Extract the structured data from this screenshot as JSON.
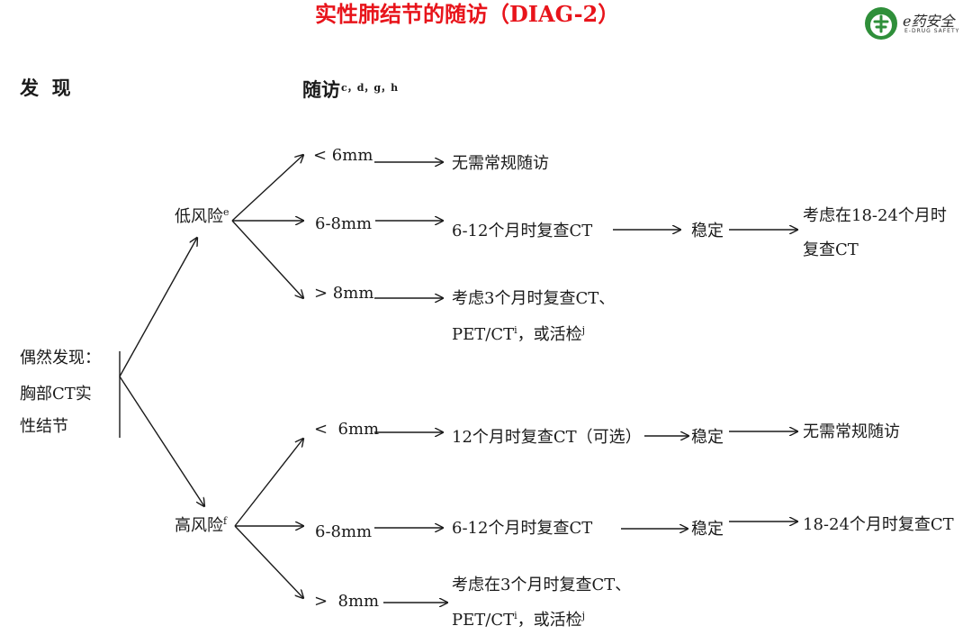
{
  "title": "实性肺结节的随访（DIAG-2）",
  "logo": {
    "text": "e药安全",
    "sub": "E-DRUG SAFETY"
  },
  "headers": {
    "finding": "发  现",
    "followup": "随访",
    "followup_sup": "c，d，g，h"
  },
  "root": {
    "line1": "偶然发现：",
    "line2": "胸部CT实",
    "line3": "性结节"
  },
  "low_risk": {
    "label": "低风险",
    "sup": "e",
    "branches": [
      {
        "size": "< 6mm",
        "step1": "无需常规随访"
      },
      {
        "size": "6-8mm",
        "step1": "6-12个月时复查CT",
        "step2": "稳定",
        "step3_line1": "考虑在18-24个月时",
        "step3_line2": "复查CT"
      },
      {
        "size": "> 8mm",
        "step1_line1": "考虑3个月时复查CT、",
        "step1_line2_a": "PET/CT",
        "step1_line2_sup1": "i",
        "step1_line2_b": "，或活检",
        "step1_line2_sup2": "j"
      }
    ]
  },
  "high_risk": {
    "label": "高风险",
    "sup": "f",
    "branches": [
      {
        "size": "<  6mm",
        "step1": "12个月时复查CT（可选）",
        "step2": "稳定",
        "step3": "无需常规随访"
      },
      {
        "size": "6-8mm",
        "step1": "6-12个月时复查CT",
        "step2": "稳定",
        "step3": "18-24个月时复查CT"
      },
      {
        "size": ">  8mm",
        "step1_line1": "考虑在3个月时复查CT、",
        "step1_line2_a": "PET/CT",
        "step1_line2_sup1": "i",
        "step1_line2_b": "，或活检",
        "step1_line2_sup2": "j"
      }
    ]
  }
}
